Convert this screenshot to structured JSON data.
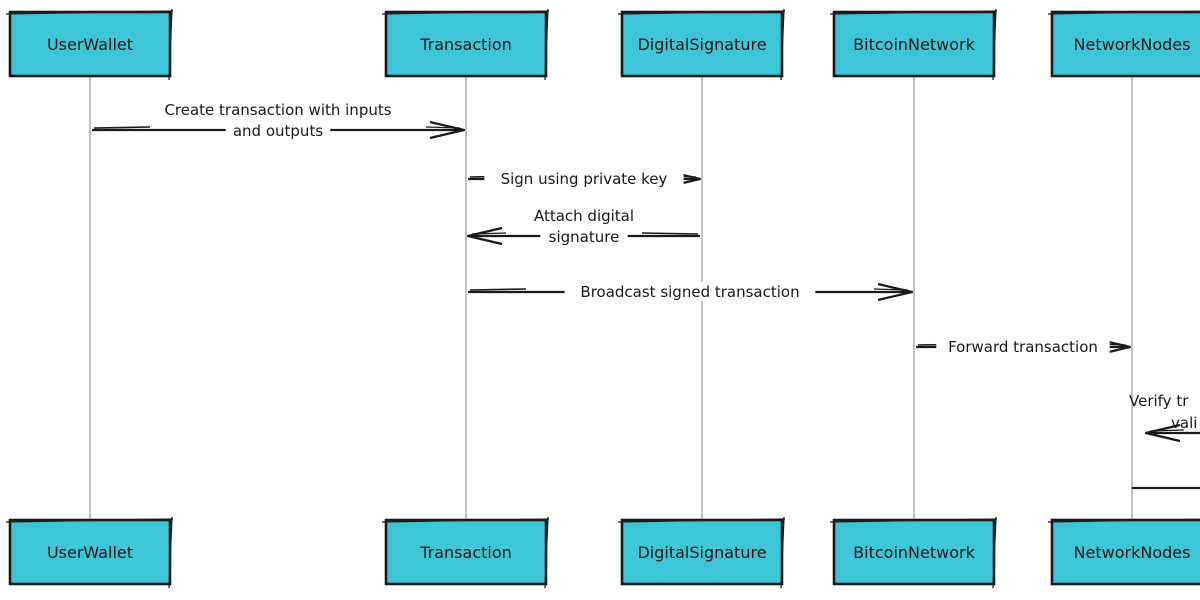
{
  "colors": {
    "box_fill": "#3ec6d8",
    "stroke": "#1b1b1b",
    "lifeline": "#9a9a9a",
    "background": "#ffffff"
  },
  "participants": [
    {
      "id": "userwallet",
      "label": "UserWallet"
    },
    {
      "id": "transaction",
      "label": "Transaction"
    },
    {
      "id": "digitalsignature",
      "label": "DigitalSignature"
    },
    {
      "id": "bitcoinnetwork",
      "label": "BitcoinNetwork"
    },
    {
      "id": "networknodes",
      "label": "NetworkNodes"
    }
  ],
  "messages": [
    {
      "from": "userwallet",
      "to": "transaction",
      "lines": [
        "Create transaction with inputs",
        "and outputs"
      ]
    },
    {
      "from": "transaction",
      "to": "digitalsignature",
      "lines": [
        "Sign using private key"
      ]
    },
    {
      "from": "digitalsignature",
      "to": "transaction",
      "lines": [
        "Attach digital",
        "signature"
      ]
    },
    {
      "from": "transaction",
      "to": "bitcoinnetwork",
      "lines": [
        "Broadcast signed transaction"
      ]
    },
    {
      "from": "bitcoinnetwork",
      "to": "networknodes",
      "lines": [
        "Forward transaction"
      ]
    },
    {
      "from": "networknodes",
      "to": "networknodes",
      "lines": [
        "Verify tr",
        "vali"
      ]
    }
  ]
}
